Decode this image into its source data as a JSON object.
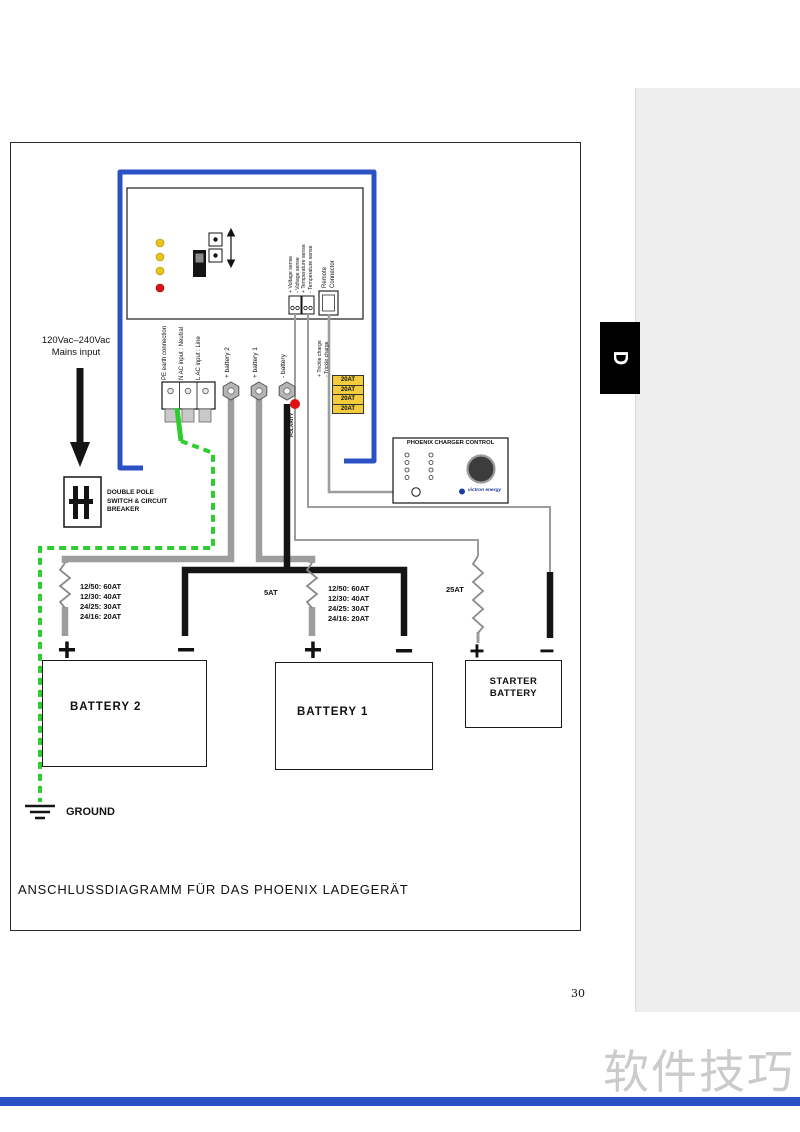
{
  "page": {
    "tab": "D",
    "number": "30",
    "watermark": "软件技巧",
    "caption": "ANSCHLUSSDIAGRAMM FÜR DAS PHOENIX LADEGERÄT"
  },
  "mains": {
    "line1": "120Vac–240Vac",
    "line2": "Mains input"
  },
  "breaker": {
    "lines": [
      "DOUBLE POLE",
      "SWITCH & CIRCUIT",
      "BREAKER"
    ]
  },
  "charger": {
    "ac_labels": [
      "PE earth connection",
      "N AC input : Neutral",
      "L AC input : Line"
    ],
    "output_labels": [
      "+ battery 2",
      "+ battery 1",
      "- battery"
    ],
    "sense_labels": [
      "+ Voltage sense",
      "- Voltage sense",
      "+ Temperature sense",
      "- Temperature sense"
    ],
    "trickle_labels": [
      "+ Trickle charge",
      "- Trickle charge"
    ],
    "remote_label": {
      "line1": "Remote",
      "line2": "Connector"
    },
    "polarity_label": "POLARITY",
    "internal_fuses": [
      "20AT",
      "20AT",
      "20AT",
      "20AT"
    ]
  },
  "control_panel": {
    "title": "PHOENIX CHARGER CONTROL",
    "brand": "victron energy"
  },
  "fuses": {
    "battery2_ratings": [
      "12/50: 60AT",
      "12/30: 40AT",
      "24/25: 30AT",
      "24/16: 20AT"
    ],
    "battery1_ratings": [
      "12/50: 60AT",
      "12/30: 40AT",
      "24/25: 30AT",
      "24/16: 20AT"
    ],
    "sense_fuse": "5AT",
    "starter_fuse": "25AT"
  },
  "batteries": {
    "battery2": {
      "name": "BATTERY 2",
      "plus": "+",
      "minus": "−"
    },
    "battery1": {
      "name": "BATTERY 1",
      "plus": "+",
      "minus": "−"
    },
    "starter": {
      "line1": "STARTER",
      "line2": "BATTERY",
      "plus": "+",
      "minus": "−"
    }
  },
  "ground_label": "GROUND",
  "colors": {
    "charger_blue": "#2b52c4",
    "ground_green": "#2ecc2e",
    "wire_gray": "#9d9d9d",
    "wire_black": "#141414",
    "led_yellow": "#e6c619",
    "led_red": "#dd1111",
    "fuse_label_yellow": "#f2cc3d",
    "watermark_gray": "#cbcbcb"
  }
}
